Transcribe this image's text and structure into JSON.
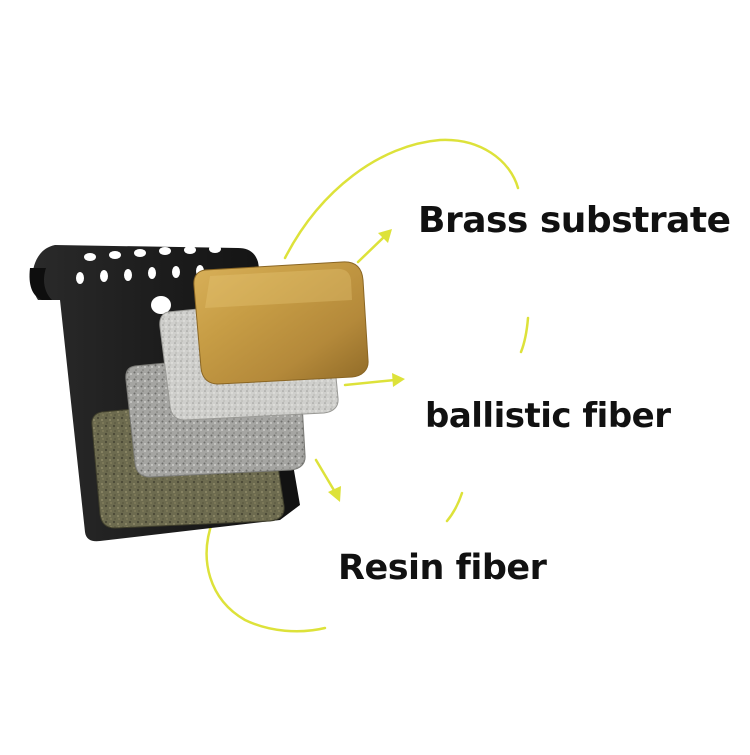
{
  "labels": {
    "brass": "Brass substrate",
    "ballistic": "ballistic fiber",
    "resin": "Resin fiber"
  },
  "colors": {
    "background": "#ffffff",
    "accent_curve": "#dde23a",
    "text": "#111111",
    "backplate": "#1e1e1e",
    "brass": "#b8903a",
    "ballistic_fiber": "#c9c9c6",
    "mid_layer": "#9b9b98",
    "resin_fiber": "#6b6a4c"
  },
  "icons": [
    "arrow-icon"
  ]
}
